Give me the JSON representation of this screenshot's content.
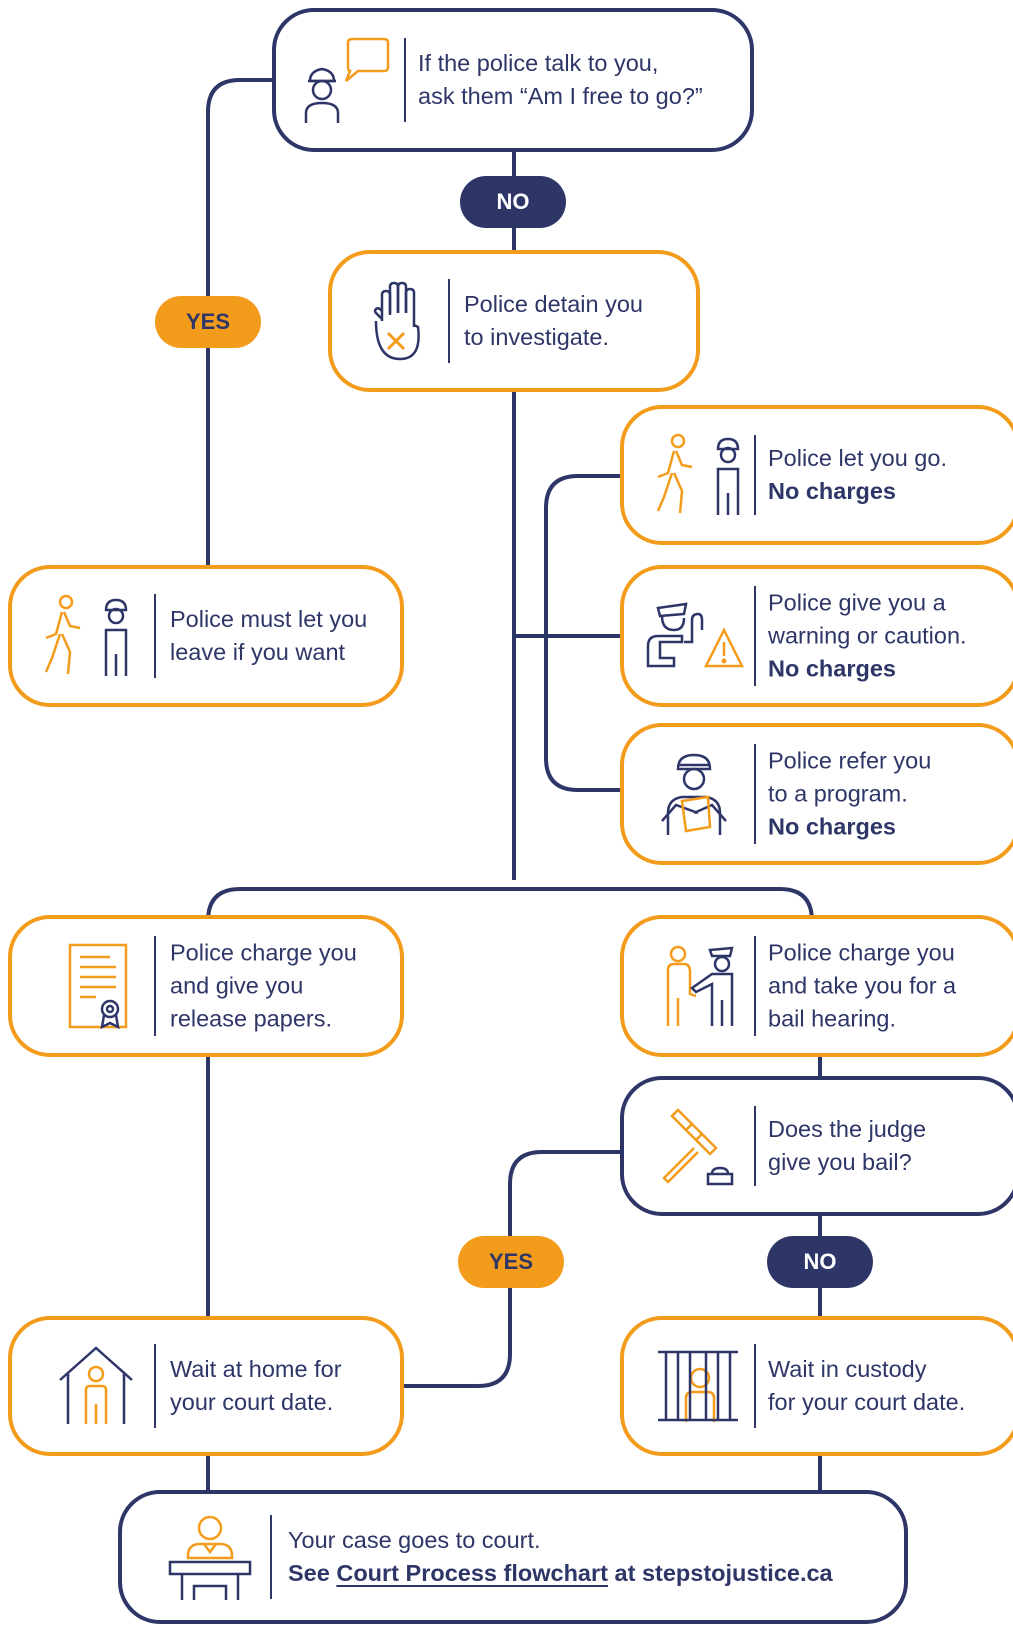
{
  "colors": {
    "navy": "#2e3668",
    "orange": "#f39c1c",
    "background": "#ffffff"
  },
  "nodes": {
    "ask_free": {
      "lines": [
        "If the police talk to you,",
        "ask them “Am I free to go?”"
      ],
      "icon": "officer-speech-icon"
    },
    "detain": {
      "lines": [
        "Police detain you",
        "to investigate."
      ],
      "icon": "stop-hand-icon"
    },
    "let_go_no_charges": {
      "lines": [
        "Police let you go."
      ],
      "bold": "No charges",
      "icon": "walk-away-icon"
    },
    "must_let_leave": {
      "lines": [
        "Police must let you",
        "leave if you want"
      ],
      "icon": "walk-away-icon"
    },
    "warning": {
      "lines": [
        "Police give you a",
        "warning or caution."
      ],
      "bold": "No charges",
      "icon": "warning-officer-icon"
    },
    "program": {
      "lines": [
        "Police refer you",
        "to a program."
      ],
      "bold": "No charges",
      "icon": "officer-clipboard-icon"
    },
    "charge_release": {
      "lines": [
        "Police charge you",
        "and give you",
        "release papers."
      ],
      "icon": "document-seal-icon"
    },
    "charge_bail": {
      "lines": [
        "Police charge you",
        "and take you for a",
        "bail hearing."
      ],
      "icon": "escort-icon"
    },
    "judge_bail": {
      "lines": [
        "Does the judge",
        "give you bail?"
      ],
      "icon": "gavel-icon"
    },
    "wait_home": {
      "lines": [
        "Wait at home for",
        "your court date."
      ],
      "icon": "house-person-icon"
    },
    "wait_custody": {
      "lines": [
        "Wait in custody",
        "for your court date."
      ],
      "icon": "jail-icon"
    },
    "court": {
      "line1": "Your case goes to court.",
      "see": "See",
      "link": "Court Process flowchart",
      "at": "at stepstojustice.ca",
      "icon": "court-podium-icon"
    }
  },
  "labels": {
    "no_top": "NO",
    "yes_left": "YES",
    "yes_bottom": "YES",
    "no_bottom": "NO"
  }
}
